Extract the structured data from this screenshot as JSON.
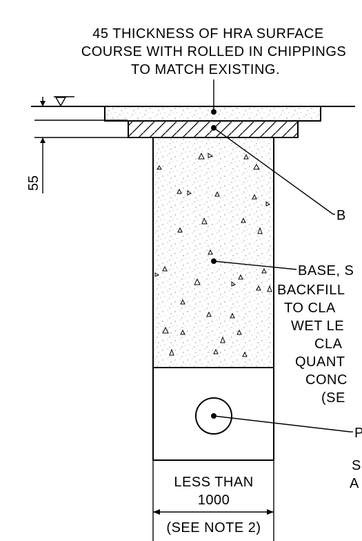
{
  "surface_note": {
    "lines": [
      "45 THICKNESS OF HRA SURFACE",
      "COURSE WITH ROLLED IN CHIPPINGS",
      "TO MATCH EXISTING."
    ]
  },
  "dimension_55": "55",
  "callout_binder": "B",
  "base_note": {
    "lines": [
      "BASE, S",
      "BACKFILL",
      "TO CLA",
      "WET LE",
      "CLA",
      "QUANT",
      "CONC",
      "(SE"
    ]
  },
  "callout_pipe": "P",
  "right_partial": {
    "lines": [
      "S",
      "A"
    ]
  },
  "width_note": {
    "lines": [
      "LESS THAN",
      "1000"
    ],
    "see_note": "(SEE NOTE 2)"
  },
  "icons": {
    "water_level": "inverted-triangle-level-icon"
  }
}
